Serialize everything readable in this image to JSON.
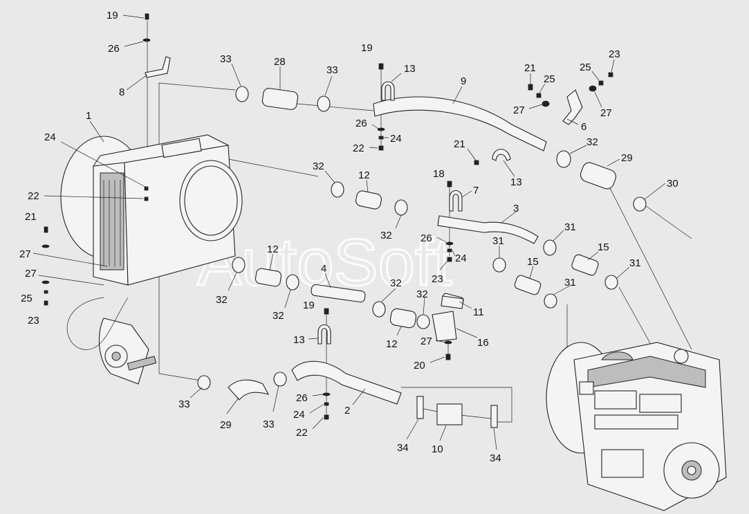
{
  "watermark": "AutoSoft",
  "callouts": [
    {
      "id": "c19a",
      "label": "19"
    },
    {
      "id": "c26a",
      "label": "26"
    },
    {
      "id": "c8",
      "label": "8"
    },
    {
      "id": "c1",
      "label": "1"
    },
    {
      "id": "c24a",
      "label": "24"
    },
    {
      "id": "c22a",
      "label": "22"
    },
    {
      "id": "c21a",
      "label": "21"
    },
    {
      "id": "c27a",
      "label": "27"
    },
    {
      "id": "c27b",
      "label": "27"
    },
    {
      "id": "c25a",
      "label": "25"
    },
    {
      "id": "c23a",
      "label": "23"
    },
    {
      "id": "c33a",
      "label": "33"
    },
    {
      "id": "c28",
      "label": "28"
    },
    {
      "id": "c33b",
      "label": "33"
    },
    {
      "id": "c19b",
      "label": "19"
    },
    {
      "id": "c13a",
      "label": "13"
    },
    {
      "id": "c26b",
      "label": "26"
    },
    {
      "id": "c24b",
      "label": "24"
    },
    {
      "id": "c22b",
      "label": "22"
    },
    {
      "id": "c9",
      "label": "9"
    },
    {
      "id": "c21b",
      "label": "21"
    },
    {
      "id": "c25b",
      "label": "25"
    },
    {
      "id": "c27c",
      "label": "27"
    },
    {
      "id": "c6",
      "label": "6"
    },
    {
      "id": "c25c",
      "label": "25"
    },
    {
      "id": "c23b",
      "label": "23"
    },
    {
      "id": "c27d",
      "label": "27"
    },
    {
      "id": "c21c",
      "label": "21"
    },
    {
      "id": "c13b",
      "label": "13"
    },
    {
      "id": "c32a",
      "label": "32"
    },
    {
      "id": "c29a",
      "label": "29"
    },
    {
      "id": "c30",
      "label": "30"
    },
    {
      "id": "c32b",
      "label": "32"
    },
    {
      "id": "c12a",
      "label": "12"
    },
    {
      "id": "c18",
      "label": "18"
    },
    {
      "id": "c7",
      "label": "7"
    },
    {
      "id": "c32c",
      "label": "32"
    },
    {
      "id": "c3",
      "label": "3"
    },
    {
      "id": "c26c",
      "label": "26"
    },
    {
      "id": "c31a",
      "label": "31"
    },
    {
      "id": "c31b",
      "label": "31"
    },
    {
      "id": "c24c",
      "label": "24"
    },
    {
      "id": "c15a",
      "label": "15"
    },
    {
      "id": "c15b",
      "label": "15"
    },
    {
      "id": "c31c",
      "label": "31"
    },
    {
      "id": "c23c",
      "label": "23"
    },
    {
      "id": "c12b",
      "label": "12"
    },
    {
      "id": "c4",
      "label": "4"
    },
    {
      "id": "c32d",
      "label": "32"
    },
    {
      "id": "c32e",
      "label": "32"
    },
    {
      "id": "c32f",
      "label": "32"
    },
    {
      "id": "c31d",
      "label": "31"
    },
    {
      "id": "c32g",
      "label": "32"
    },
    {
      "id": "c11",
      "label": "11"
    },
    {
      "id": "c19c",
      "label": "19"
    },
    {
      "id": "c12c",
      "label": "12"
    },
    {
      "id": "c27e",
      "label": "27"
    },
    {
      "id": "c16",
      "label": "16"
    },
    {
      "id": "c13c",
      "label": "13"
    },
    {
      "id": "c20",
      "label": "20"
    },
    {
      "id": "c33c",
      "label": "33"
    },
    {
      "id": "c29b",
      "label": "29"
    },
    {
      "id": "c33d",
      "label": "33"
    },
    {
      "id": "c26d",
      "label": "26"
    },
    {
      "id": "c2",
      "label": "2"
    },
    {
      "id": "c24d",
      "label": "24"
    },
    {
      "id": "c22c",
      "label": "22"
    },
    {
      "id": "c34a",
      "label": "34"
    },
    {
      "id": "c10",
      "label": "10"
    },
    {
      "id": "c34b",
      "label": "34"
    }
  ]
}
